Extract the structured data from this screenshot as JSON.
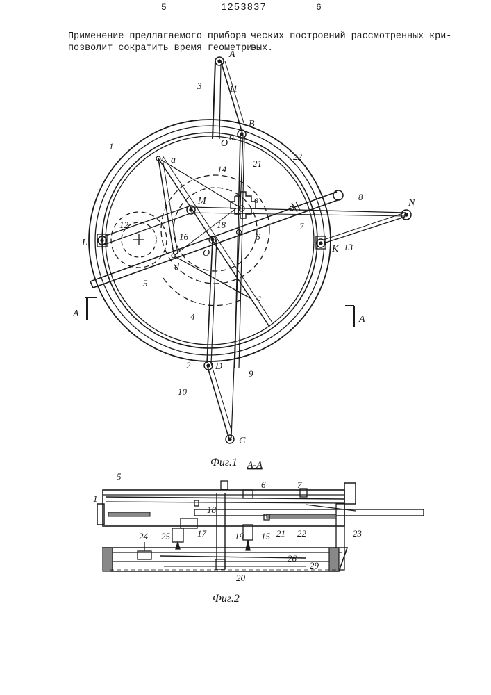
{
  "header": {
    "page_left": "5",
    "page_right": "6",
    "patent_number": "1253837"
  },
  "text": {
    "left_line1": "Применение предлагаемого прибора",
    "left_line2": "позволит сократить время геометри-",
    "right_line1": "ческих построений рассмотренных кри-",
    "right_line2": "вых."
  },
  "figure1": {
    "caption": "Фиг.1",
    "section_mark": "А-А",
    "labels": {
      "A": "A",
      "B": "B",
      "O0": "O",
      "O0_sup": "0",
      "a": "a",
      "M": "M",
      "b": "в",
      "N": "N",
      "L": "L",
      "K": "K",
      "O": "O",
      "d": "d",
      "c": "c",
      "D": "D",
      "C": "C",
      "A_left": "A",
      "A_right": "A"
    },
    "numbers": {
      "n1": "1",
      "n2": "2",
      "n3": "3",
      "n4": "4",
      "n5": "5",
      "n6": "6",
      "n7": "7",
      "n8": "8",
      "n9": "9",
      "n10": "10",
      "n11": "11",
      "n12": "12",
      "n13": "13",
      "n14": "14",
      "n16": "16",
      "n18": "18",
      "n21": "21",
      "n22": "22"
    }
  },
  "figure2": {
    "caption": "Фиг.2",
    "numbers": {
      "n1": "1",
      "n5": "5",
      "n6": "6",
      "n7": "7",
      "n15": "15",
      "n17": "17",
      "n18": "18",
      "n19": "19",
      "n20": "20",
      "n21": "21",
      "n22": "22",
      "n23": "23",
      "n24": "24",
      "n25": "25",
      "n26": "26",
      "n29": "29"
    }
  }
}
